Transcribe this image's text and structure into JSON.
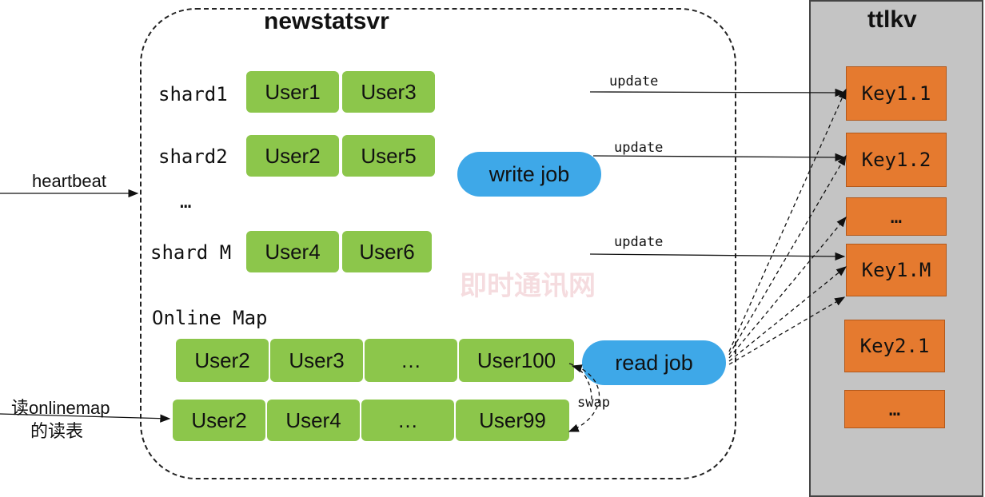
{
  "title": "newstatsvr",
  "ttlkv_title": "ttlkv",
  "shards": [
    {
      "label": "shard1",
      "users": [
        "User1",
        "User3"
      ]
    },
    {
      "label": "shard2",
      "users": [
        "User2",
        "User5"
      ]
    },
    {
      "label": "shard M",
      "users": [
        "User4",
        "User6"
      ]
    }
  ],
  "shard_ellipsis": "…",
  "online_map_label": "Online Map",
  "online_map_rows": [
    [
      "User2",
      "User3",
      "…",
      "User100"
    ],
    [
      "User2",
      "User4",
      "…",
      "User99"
    ]
  ],
  "write_job": "write job",
  "read_job": "read job",
  "keys": [
    "Key1.1",
    "Key1.2",
    "…",
    "Key1.M",
    "Key2.1",
    "…"
  ],
  "update_labels": [
    "update",
    "update",
    "update"
  ],
  "heartbeat": "heartbeat",
  "read_table_line1": "读onlinemap",
  "read_table_line2": "的读表",
  "swap": "swap",
  "watermark": "即时通讯网",
  "colors": {
    "cell": "#8cc64b",
    "job": "#3ea8e8",
    "key": "#e57a2f",
    "panel": "#c4c4c4"
  }
}
